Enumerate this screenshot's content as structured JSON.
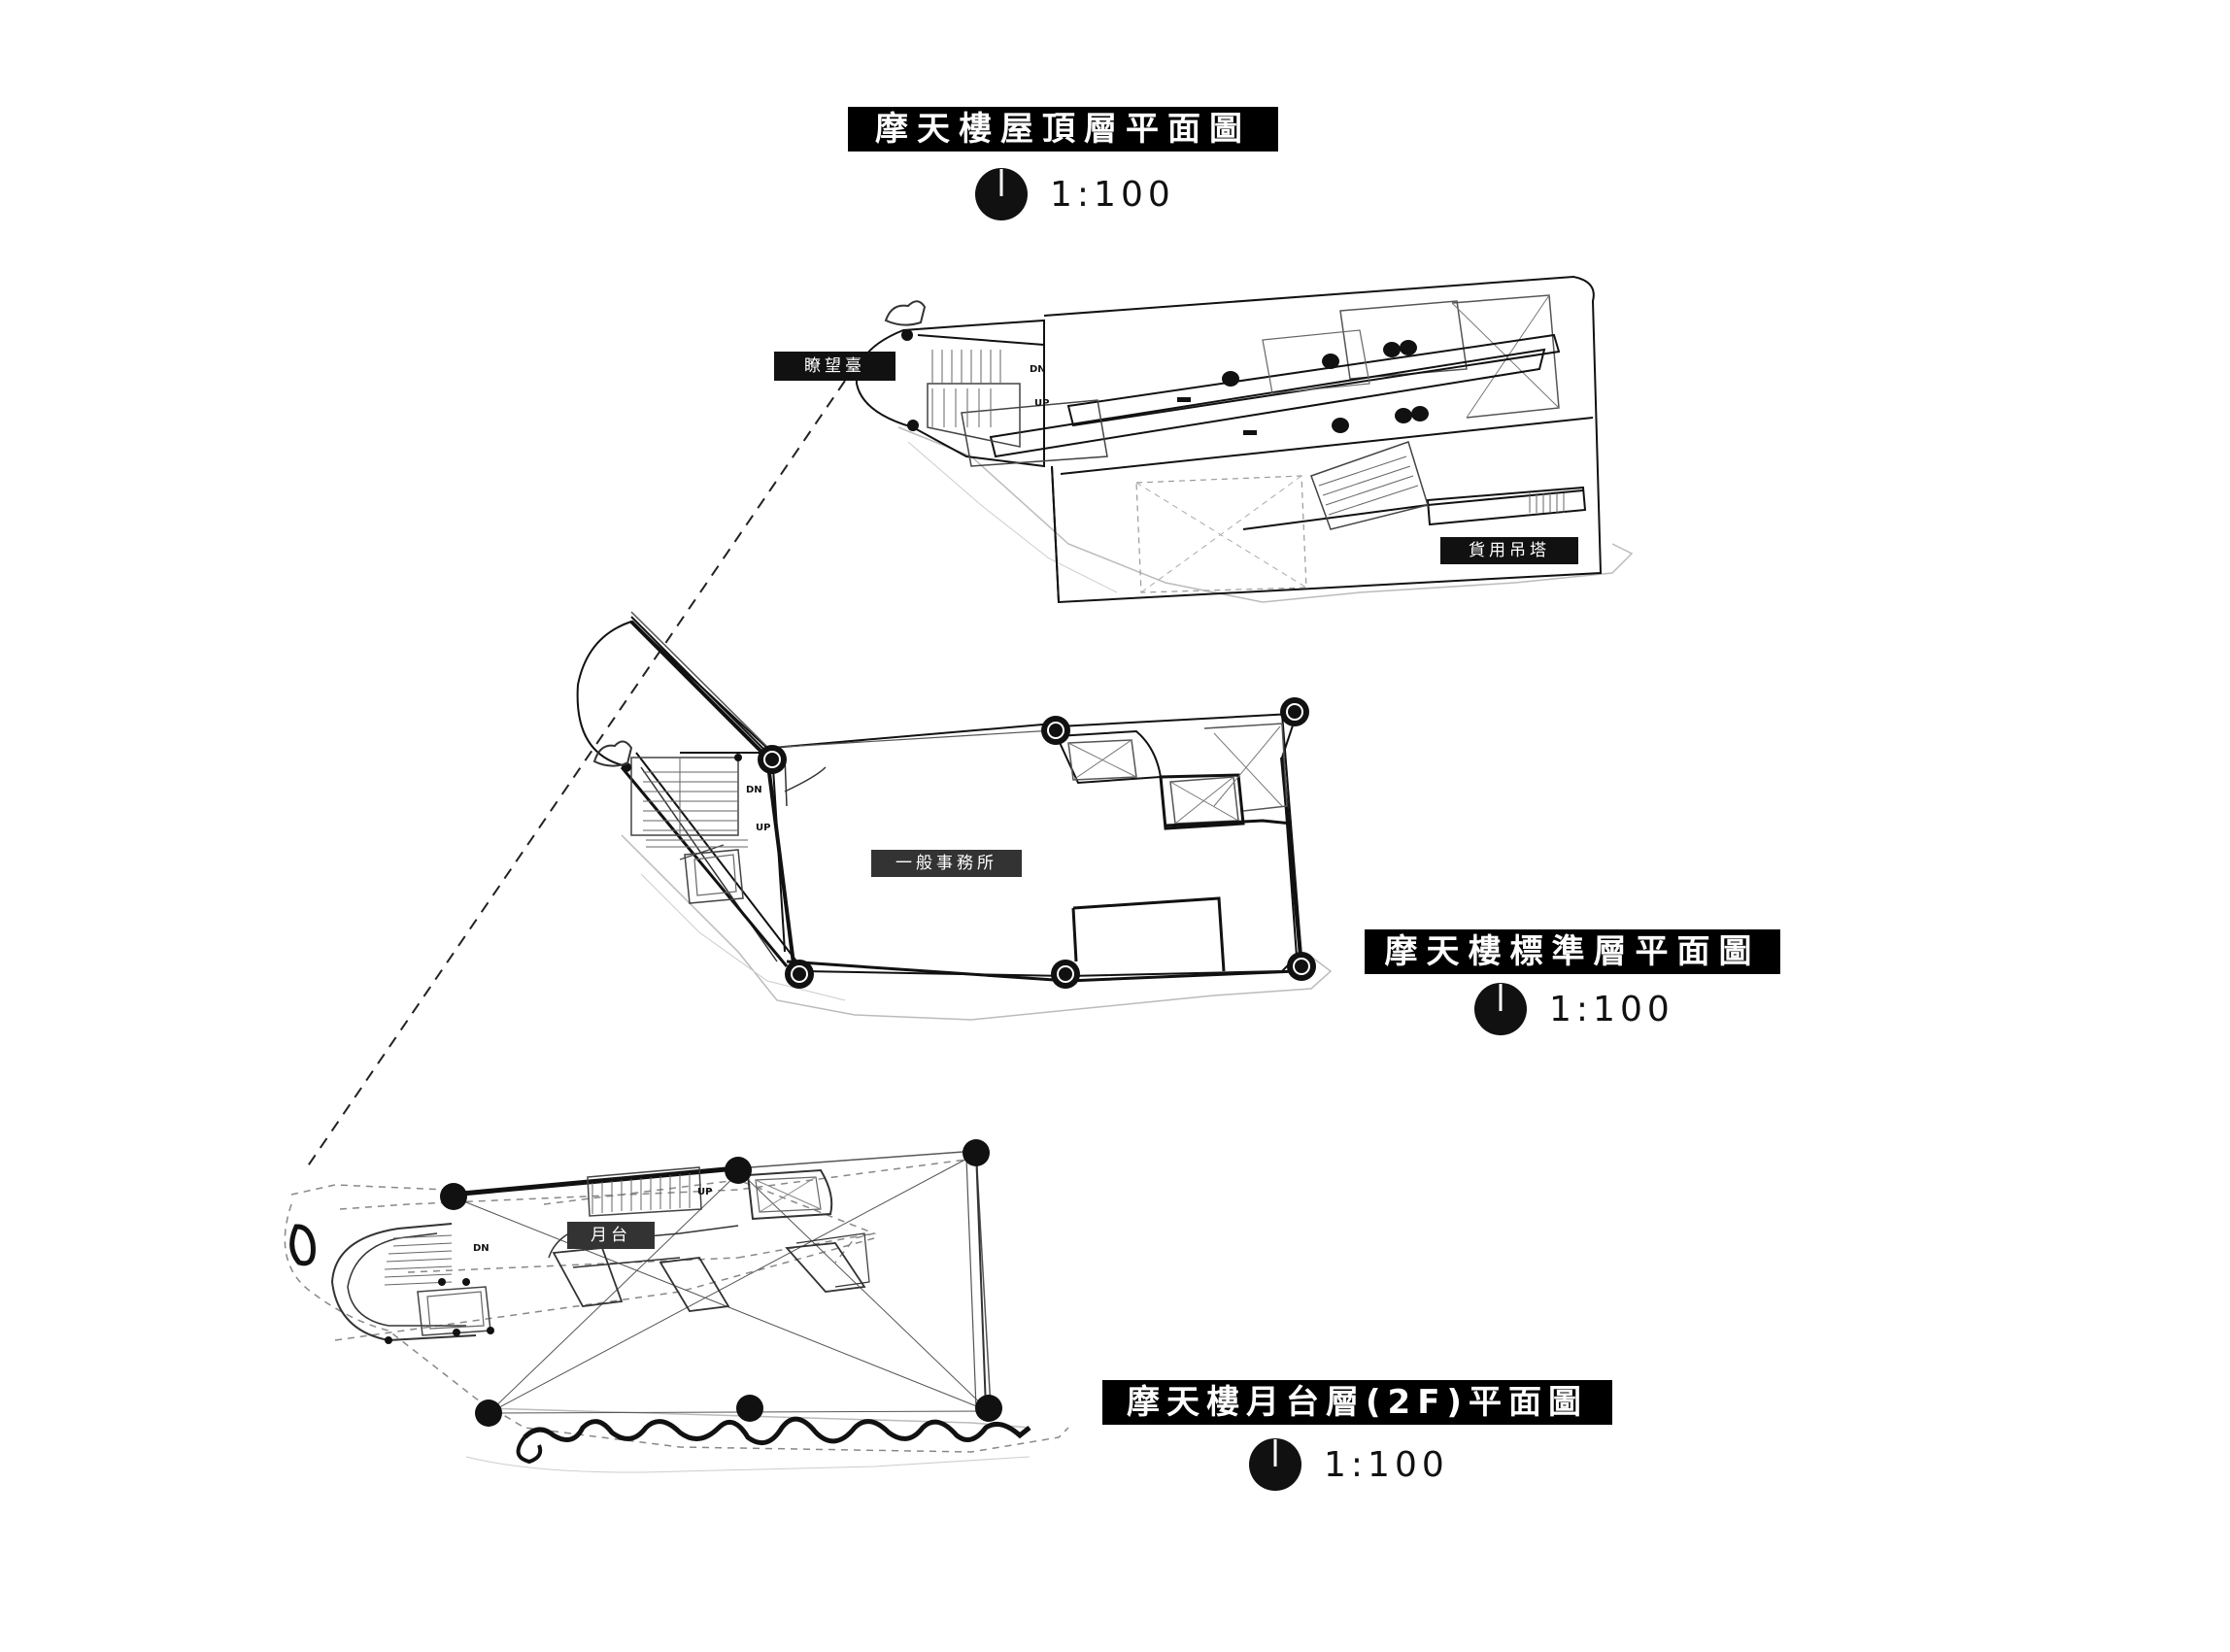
{
  "plans": [
    {
      "id": "roof",
      "title": "摩天樓屋頂層平面圖",
      "scale": "1:100",
      "rooms": [
        "瞭望臺",
        "貨用吊塔"
      ]
    },
    {
      "id": "standard",
      "title": "摩天樓標準層平面圖",
      "scale": "1:100",
      "rooms": [
        "一般事務所"
      ]
    },
    {
      "id": "moon",
      "title": "摩天樓月台層(2F)平面圖",
      "scale": "1:100",
      "rooms": [
        "月台"
      ]
    }
  ],
  "stair_marks": {
    "down": "DN",
    "up": "UP"
  }
}
